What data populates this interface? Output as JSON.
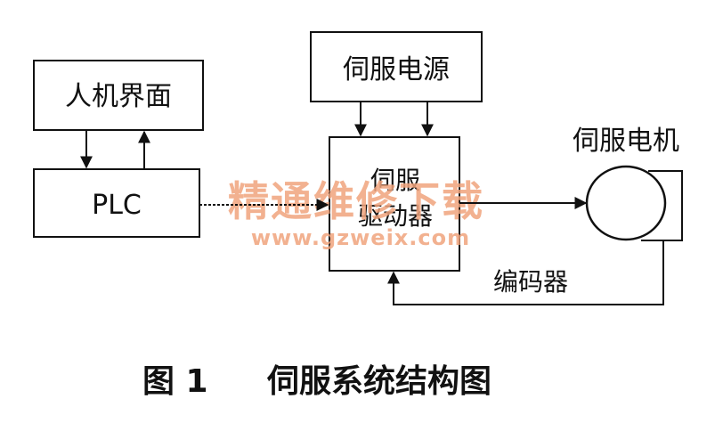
{
  "nodes": {
    "hmi": "人机界面",
    "plc": "PLC",
    "servo_power": "伺服电源",
    "servo_driver_line1": "伺服",
    "servo_driver_line2": "驱动器",
    "servo_motor": "伺服电机",
    "encoder": "编码器"
  },
  "caption": {
    "number": "图 1",
    "title": "伺服系统结构图"
  },
  "watermark": {
    "main": "精通维修下载",
    "url": "www.gzweix.com",
    "color": "#f0a37c"
  },
  "colors": {
    "line": "#111111"
  }
}
